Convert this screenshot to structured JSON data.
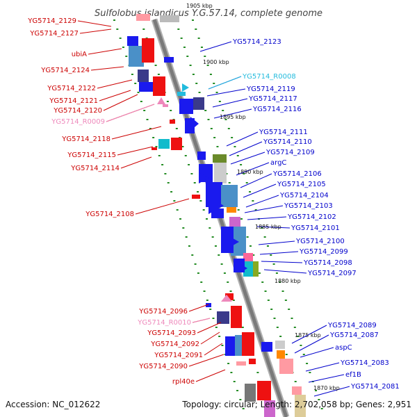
{
  "title": "Sulfolobus islandicus Y.G.57.14, complete genome",
  "footer": {
    "accession": "Accession: NC_012622",
    "topology": "Topology: circular; Length: 2,702,058 bp; Genes: 2,951"
  },
  "colors": {
    "backbone": "#888888",
    "left_label": "#cc0000",
    "right_label": "#0000cc",
    "rna_label_left": "#ee88bb",
    "rna_label_right": "#22bbdd",
    "track_dots": "#228b22"
  },
  "kbp_labels": [
    "1905 kbp",
    "1900 kbp",
    "1895 kbp",
    "1890 kbp",
    "1885 kbp",
    "1880 kbp",
    "1875 kbp",
    "1870 kbp"
  ],
  "left_labels": [
    {
      "name": "YG5714_2129",
      "color": "#cc0000"
    },
    {
      "name": "YG5714_2127",
      "color": "#cc0000"
    },
    {
      "name": "ubiA",
      "color": "#cc0000"
    },
    {
      "name": "YG5714_2124",
      "color": "#cc0000"
    },
    {
      "name": "YG5714_2122",
      "color": "#cc0000"
    },
    {
      "name": "YG5714_2121",
      "color": "#cc0000"
    },
    {
      "name": "YG5714_2120",
      "color": "#cc0000"
    },
    {
      "name": "YG5714_R0009",
      "color": "#ee88bb"
    },
    {
      "name": "YG5714_2118",
      "color": "#cc0000"
    },
    {
      "name": "YG5714_2115",
      "color": "#cc0000"
    },
    {
      "name": "YG5714_2114",
      "color": "#cc0000"
    },
    {
      "name": "YG5714_2108",
      "color": "#cc0000"
    },
    {
      "name": "YG5714_2096",
      "color": "#cc0000"
    },
    {
      "name": "YG5714_R0010",
      "color": "#ee88bb"
    },
    {
      "name": "YG5714_2093",
      "color": "#cc0000"
    },
    {
      "name": "YG5714_2092",
      "color": "#cc0000"
    },
    {
      "name": "YG5714_2091",
      "color": "#cc0000"
    },
    {
      "name": "YG5714_2090",
      "color": "#cc0000"
    },
    {
      "name": "rpl40e",
      "color": "#cc0000"
    }
  ],
  "right_labels": [
    {
      "name": "YG5714_2123",
      "color": "#0000cc"
    },
    {
      "name": "YG5714_R0008",
      "color": "#22bbdd"
    },
    {
      "name": "YG5714_2119",
      "color": "#0000cc"
    },
    {
      "name": "YG5714_2117",
      "color": "#0000cc"
    },
    {
      "name": "YG5714_2116",
      "color": "#0000cc"
    },
    {
      "name": "YG5714_2111",
      "color": "#0000cc"
    },
    {
      "name": "YG5714_2110",
      "color": "#0000cc"
    },
    {
      "name": "YG5714_2109",
      "color": "#0000cc"
    },
    {
      "name": "argC",
      "color": "#0000cc"
    },
    {
      "name": "YG5714_2106",
      "color": "#0000cc"
    },
    {
      "name": "YG5714_2105",
      "color": "#0000cc"
    },
    {
      "name": "YG5714_2104",
      "color": "#0000cc"
    },
    {
      "name": "YG5714_2103",
      "color": "#0000cc"
    },
    {
      "name": "YG5714_2102",
      "color": "#0000cc"
    },
    {
      "name": "YG5714_2101",
      "color": "#0000cc"
    },
    {
      "name": "YG5714_2100",
      "color": "#0000cc"
    },
    {
      "name": "YG5714_2099",
      "color": "#0000cc"
    },
    {
      "name": "YG5714_2098",
      "color": "#0000cc"
    },
    {
      "name": "YG5714_2097",
      "color": "#0000cc"
    },
    {
      "name": "YG5714_2089",
      "color": "#0000cc"
    },
    {
      "name": "YG5714_2087",
      "color": "#0000cc"
    },
    {
      "name": "aspC",
      "color": "#0000cc"
    },
    {
      "name": "YG5714_2083",
      "color": "#0000cc"
    },
    {
      "name": "ef1B",
      "color": "#0000cc"
    },
    {
      "name": "YG5714_2081",
      "color": "#0000cc"
    }
  ]
}
